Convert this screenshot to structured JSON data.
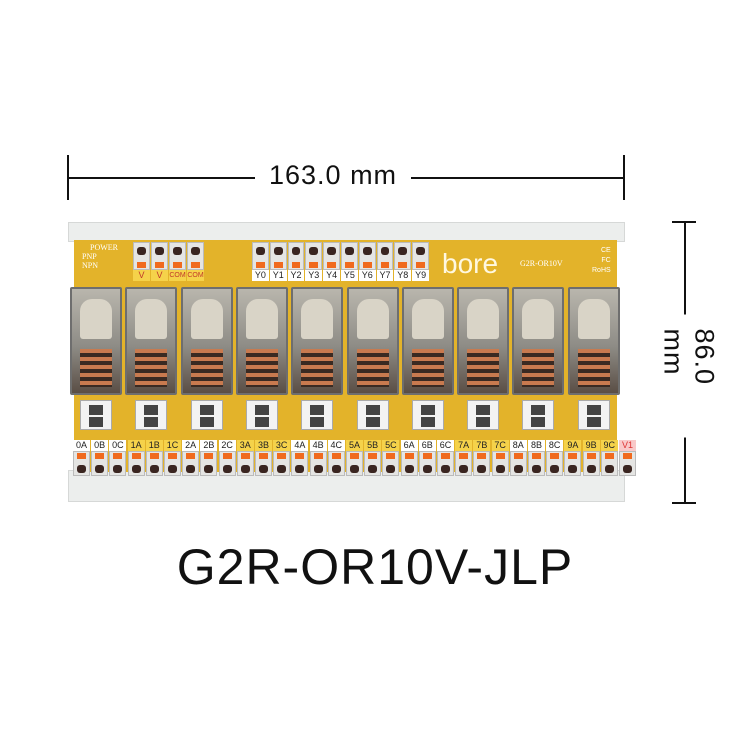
{
  "dimensions": {
    "width_label": "163.0 mm",
    "height_label": "86.0 mm"
  },
  "board": {
    "brand": "bore",
    "model_marking": "G2R-OR10V",
    "certs": [
      "CE",
      "FC",
      "RoHS"
    ],
    "indicators": [
      "POWER",
      "PNP",
      "NPN"
    ],
    "power_terminals": [
      "V",
      "V",
      "COM",
      "COM"
    ],
    "input_terminals": [
      "Y0",
      "Y1",
      "Y2",
      "Y3",
      "Y4",
      "Y5",
      "Y6",
      "Y7",
      "Y8",
      "Y9"
    ],
    "output_terminals": [
      "0A",
      "0B",
      "0C",
      "1A",
      "1B",
      "1C",
      "2A",
      "2B",
      "2C",
      "3A",
      "3B",
      "3C",
      "4A",
      "4B",
      "4C",
      "5A",
      "5B",
      "5C",
      "6A",
      "6B",
      "6C",
      "7A",
      "7B",
      "7C",
      "8A",
      "8B",
      "8C",
      "9A",
      "9B",
      "9C",
      "V1"
    ],
    "relay_count": 10,
    "colors": {
      "pcb": "#e3b32a",
      "terminal_orange": "#f06a1e",
      "label_yellow": "#f5d24a",
      "label_pink": "#f9c9c9"
    }
  },
  "product_name": "G2R-OR10V-JLP"
}
